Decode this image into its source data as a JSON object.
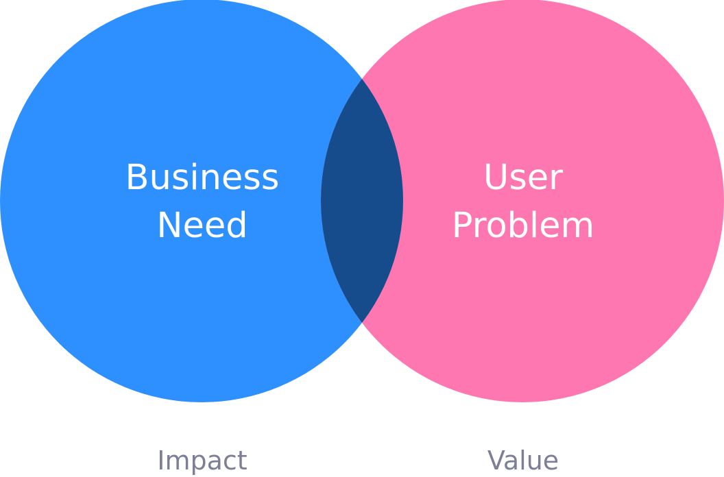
{
  "colors": {
    "left_circle": "#2e8ffe",
    "right_circle": "#ff77b1",
    "overlap": "#164c8c",
    "caption_text": "#7d7f97",
    "circle_text": "#ffffff"
  },
  "diagram": {
    "left": {
      "line1": "Business",
      "line2": "Need",
      "caption": "Impact"
    },
    "right": {
      "line1": "User",
      "line2": "Problem",
      "caption": "Value"
    }
  }
}
